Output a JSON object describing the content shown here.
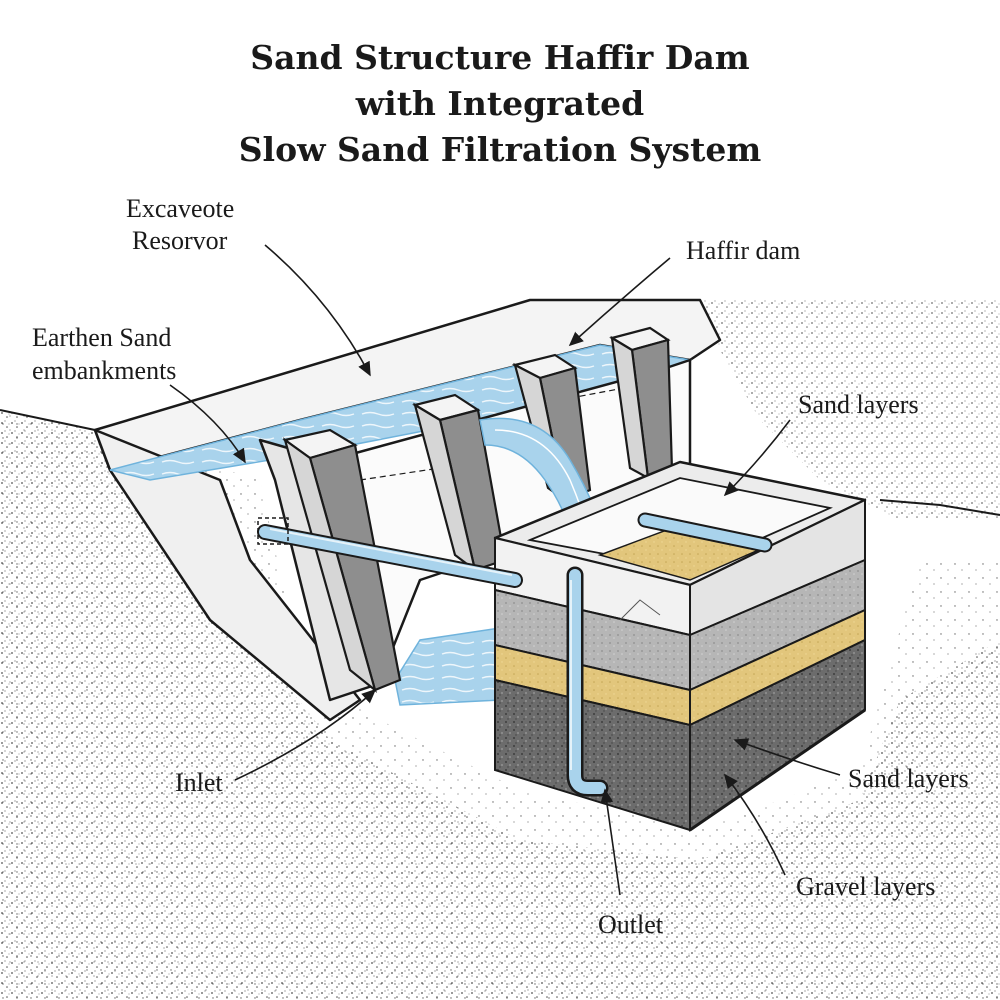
{
  "title": {
    "line1": "Sand Structure Haffir Dam",
    "line2": "with Integrated",
    "line3": "Slow Sand Filtration System"
  },
  "labels": {
    "reservoir_line1": "Excaveote",
    "reservoir_line2": "Resorvor",
    "embankments_line1": "Earthen Sand",
    "embankments_line2": "embankments",
    "haffir_dam": "Haffir dam",
    "sand_layers_top": "Sand layers",
    "inlet": "Inlet",
    "sand_layers_side": "Sand layers",
    "gravel_layers": "Gravel layers",
    "outlet": "Outlet"
  },
  "colors": {
    "water": "#a9d3ec",
    "water_dark": "#6fb3dc",
    "concrete": "#efefef",
    "sand": "#e2c67c",
    "gravel_light": "#b4b4b4",
    "gravel_dark": "#6a6a6a",
    "ink": "#1a1a1a"
  }
}
